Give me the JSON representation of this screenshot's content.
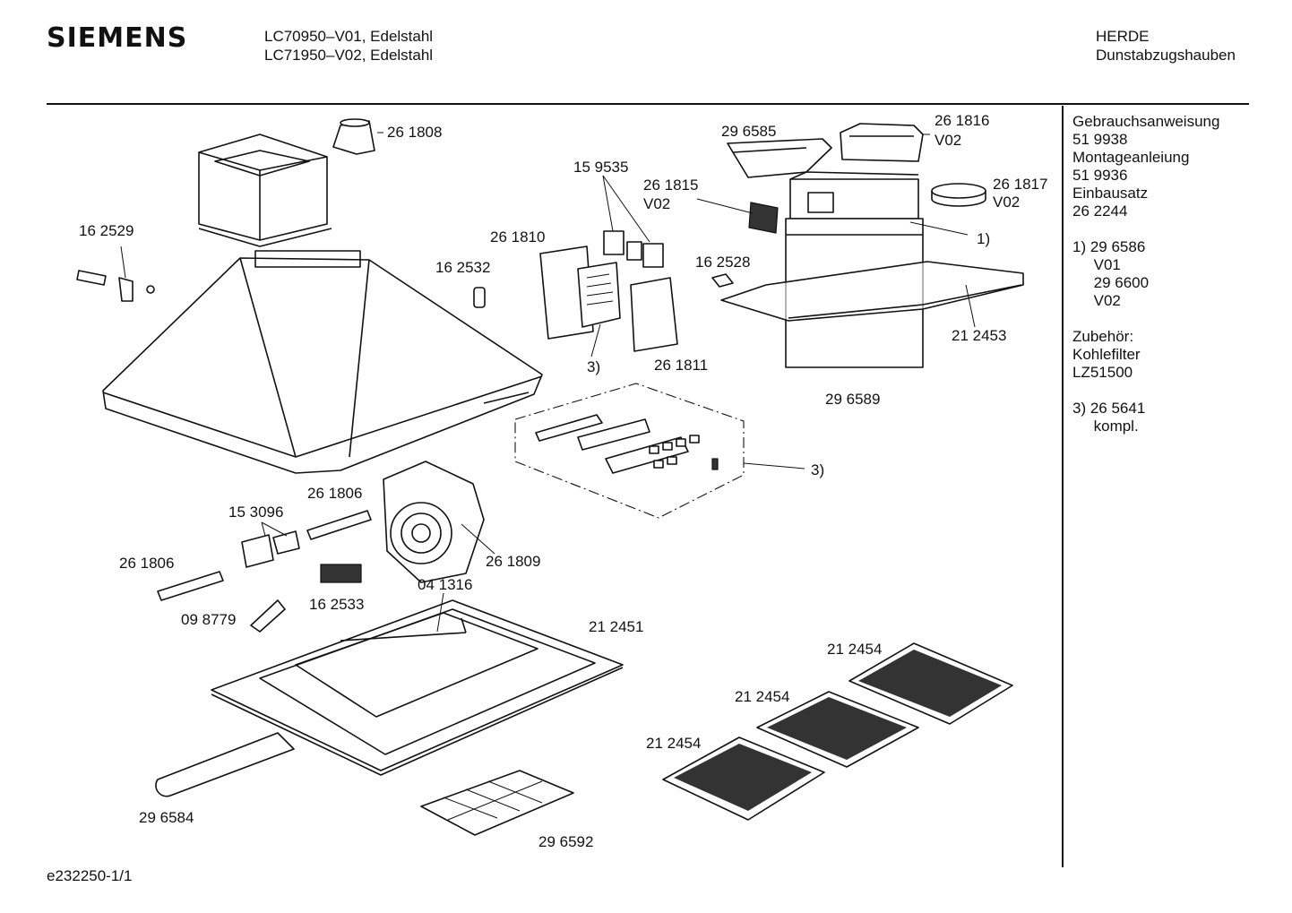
{
  "header": {
    "brand": "SIEMENS",
    "models": [
      "LC70950–V01, Edelstahl",
      "LC71950–V02, Edelstahl"
    ],
    "category": [
      "HERDE",
      "Dunstabzugshauben"
    ]
  },
  "side_panel": [
    "Gebrauchsanweisung",
    "51 9938",
    "Montageanleiung",
    "51 9936",
    "Einbausatz",
    "26 2244",
    "",
    "1) 29 6586",
    "     V01",
    "     29 6600",
    "     V02",
    "",
    "Zubehör:",
    "Kohlefilter",
    "LZ51500",
    "",
    "3) 26 5641",
    "     kompl."
  ],
  "parts": {
    "p261808": "26 1808",
    "p296585": "29 6585",
    "p261816": "26 1816",
    "p261816v": "V02",
    "p261817": "26 1817",
    "p261817v": "V02",
    "p159535": "15 9535",
    "p261815": "26 1815",
    "p261815v": "V02",
    "p162529": "16 2529",
    "p261810": "26 1810",
    "p162532": "16 2532",
    "p162528": "16 2528",
    "ref1": "1)",
    "p212453": "21 2453",
    "ref3a": "3)",
    "p261811": "26 1811",
    "p296589": "29 6589",
    "ref3b": "3)",
    "p261806a": "26 1806",
    "p153096": "15 3096",
    "p261806b": "26 1806",
    "p261809": "26 1809",
    "p162533": "16 2533",
    "p041316": "04 1316",
    "p098779": "09 8779",
    "p212451": "21 2451",
    "p212454a": "21 2454",
    "p212454b": "21 2454",
    "p212454c": "21 2454",
    "p296584": "29 6584",
    "p296592": "29 6592"
  },
  "footer": {
    "doc_id": "e232250-1/1"
  }
}
